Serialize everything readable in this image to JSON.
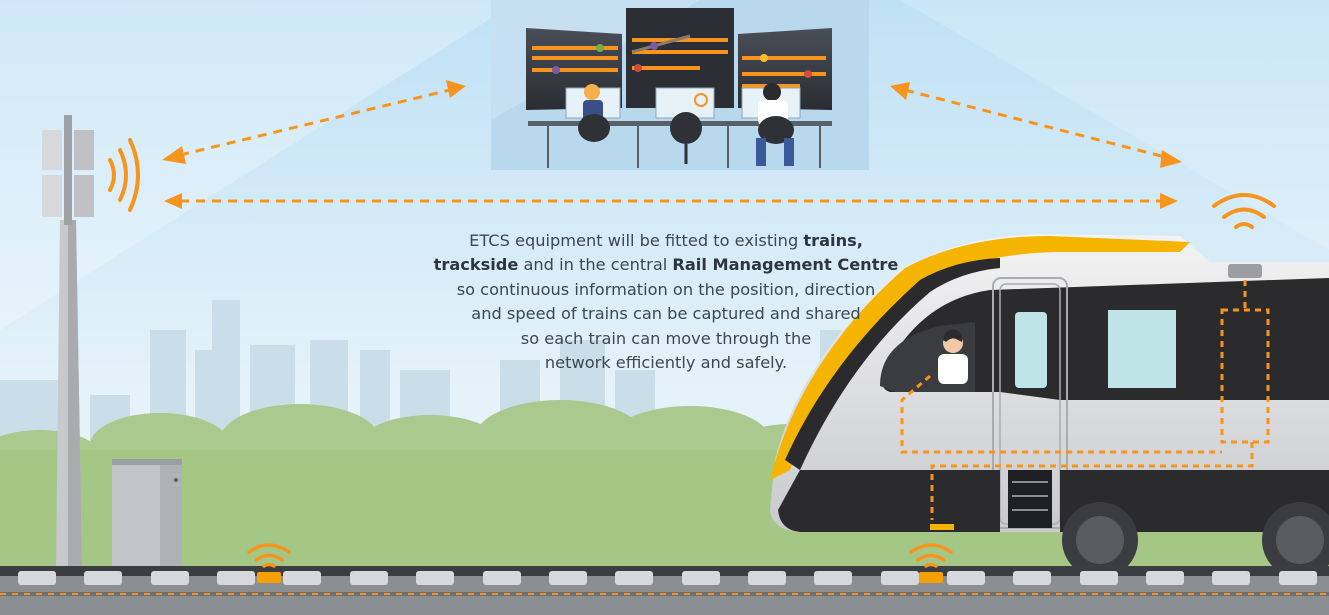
{
  "caption": {
    "lines": [
      [
        {
          "text": "ETCS equipment will be fitted to existing ",
          "bold": false
        },
        {
          "text": "trains,",
          "bold": true
        }
      ],
      [
        {
          "text": "trackside",
          "bold": true
        },
        {
          "text": " and in the central ",
          "bold": false
        },
        {
          "text": "Rail Management Centre",
          "bold": true
        }
      ],
      [
        {
          "text": "so continuous information on the position, direction",
          "bold": false
        }
      ],
      [
        {
          "text": "and speed of trains can be captured and shared",
          "bold": false
        }
      ],
      [
        {
          "text": "so each train can move through the",
          "bold": false
        }
      ],
      [
        {
          "text": "network efficiently and safely.",
          "bold": false
        }
      ]
    ]
  },
  "colors": {
    "accent_orange": "#f7941d",
    "train_yellow": "#f5b400",
    "train_dark": "#2b2b2e",
    "sky_top": "#bfe1f5",
    "grass": "#9cc07a",
    "rail_dark": "#3b3d40"
  },
  "icons": [
    "cell-tower-icon",
    "signal-waves-icon",
    "balise-icon",
    "control-room-icon",
    "train-icon",
    "driver-icon",
    "trackside-cabinet-icon"
  ]
}
